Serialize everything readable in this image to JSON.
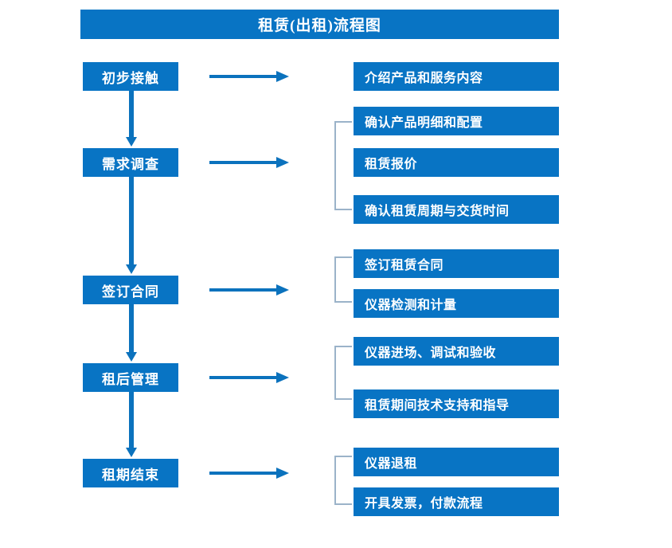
{
  "title": {
    "text": "租赁(出租)流程图"
  },
  "colors": {
    "box_fill": "#0874c4",
    "box_text": "#ffffff",
    "arrow": "#0b72bd",
    "bracket": "#9bb3c9",
    "background": "#ffffff"
  },
  "stages": [
    {
      "label": "初步接触"
    },
    {
      "label": "需求调查"
    },
    {
      "label": "签订合同"
    },
    {
      "label": "租后管理"
    },
    {
      "label": "租期结束"
    }
  ],
  "groups": [
    {
      "stage": "初步接触",
      "bracketed": false,
      "items": [
        {
          "label": "介绍产品和服务内容"
        }
      ]
    },
    {
      "stage": "需求调查",
      "bracketed": true,
      "items": [
        {
          "label": "确认产品明细和配置"
        },
        {
          "label": "租赁报价"
        },
        {
          "label": "确认租赁周期与交货时间"
        }
      ]
    },
    {
      "stage": "签订合同",
      "bracketed": true,
      "items": [
        {
          "label": "签订租赁合同"
        },
        {
          "label": "仪器检测和计量"
        }
      ]
    },
    {
      "stage": "租后管理",
      "bracketed": true,
      "items": [
        {
          "label": "仪器进场、调试和验收"
        },
        {
          "label": "租赁期间技术支持和指导"
        }
      ]
    },
    {
      "stage": "租期结束",
      "bracketed": true,
      "items": [
        {
          "label": "仪器退租"
        },
        {
          "label": "开具发票，付款流程"
        }
      ]
    }
  ]
}
